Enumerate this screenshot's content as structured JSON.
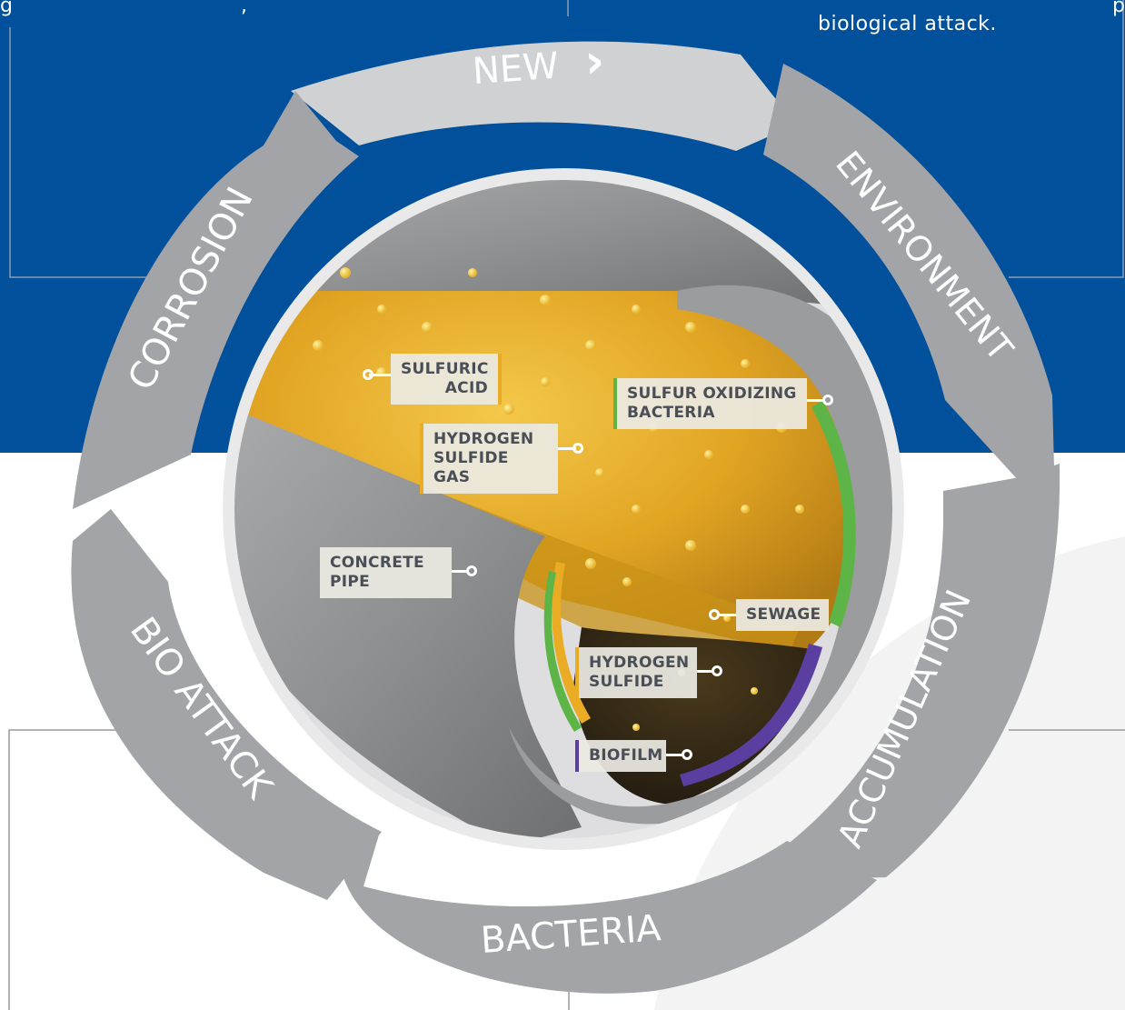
{
  "colors": {
    "blue_band": "#00509b",
    "arrow_gray": "#a2a4a8",
    "arrow_light": "#d0d1d3",
    "concrete": "#8c8d8e",
    "acid_yellow": "#e9ac24",
    "sulfur_green": "#5db447",
    "biofilm_purple": "#5a3fa0",
    "sewage_dark": "#2e2618",
    "callout_bg": "#ebe9e2",
    "callout_text": "#4a4f57"
  },
  "top_text": {
    "left_fragment": "g",
    "left_fragment_2": ",",
    "right_fragment": "p",
    "right_line": "biological attack."
  },
  "cycle": {
    "arrows": [
      {
        "id": "new",
        "label": "NEW"
      },
      {
        "id": "environment",
        "label": "ENVIRONMENT"
      },
      {
        "id": "accumulation",
        "label": "ACCUMULATION"
      },
      {
        "id": "bacteria",
        "label": "BACTERIA"
      },
      {
        "id": "bio-attack",
        "label": "BIO ATTACK"
      },
      {
        "id": "corrosion",
        "label": "CORROSION"
      }
    ],
    "new_chevron": "›"
  },
  "callouts": {
    "sulfuric_acid": {
      "line1": "SULFURIC",
      "line2": "ACID",
      "color": "#e9ac24"
    },
    "hydrogen_sulfide_gas": {
      "line1": "HYDROGEN",
      "line2": "SULFIDE GAS",
      "color": "#e9ac24"
    },
    "sulfur_oxidizing_bacteria": {
      "line1": "SULFUR OXIDIZING",
      "line2": "BACTERIA",
      "color": "#5db447"
    },
    "concrete_pipe": {
      "line1": "CONCRETE",
      "line2": "PIPE"
    },
    "sewage": {
      "line1": "SEWAGE"
    },
    "hydrogen_sulfide": {
      "line1": "HYDROGEN",
      "line2": "SULFIDE",
      "color": "#e9ac24"
    },
    "biofilm": {
      "line1": "BIOFILM",
      "color": "#5a3fa0"
    }
  }
}
